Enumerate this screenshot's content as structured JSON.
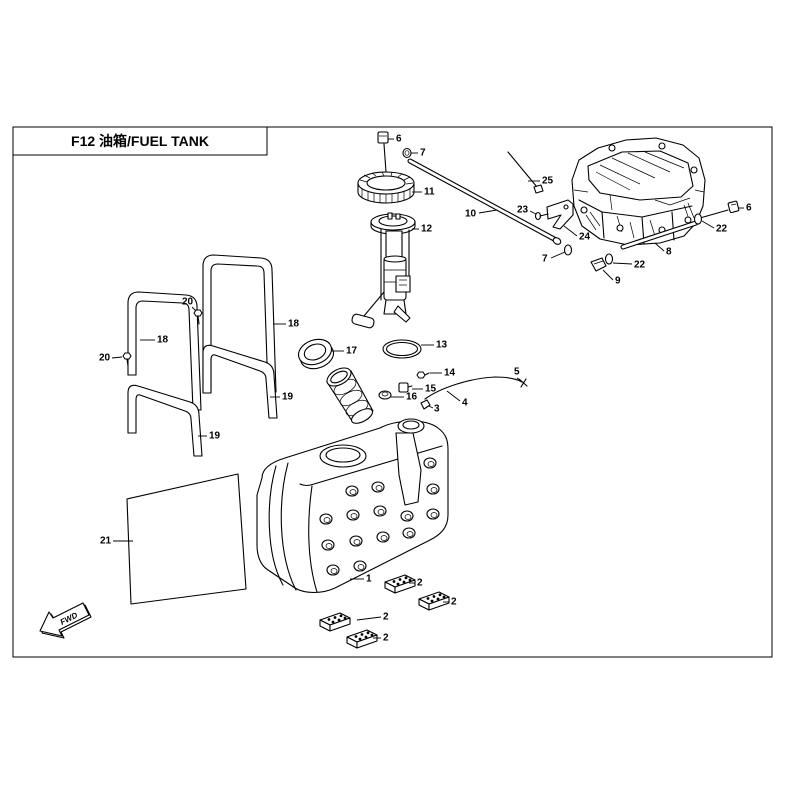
{
  "title": "F12 油箱/FUEL TANK",
  "fwd_label": "FWD",
  "callouts": [
    "6",
    "7",
    "11",
    "12",
    "25",
    "10",
    "23",
    "24",
    "6",
    "22",
    "8",
    "7",
    "22",
    "9",
    "20",
    "18",
    "18",
    "17",
    "13",
    "20",
    "14",
    "15",
    "16",
    "5",
    "4",
    "3",
    "19",
    "19",
    "21",
    "1",
    "2",
    "2",
    "2",
    "2"
  ],
  "colors": {
    "line": "#000000",
    "background": "#ffffff"
  }
}
